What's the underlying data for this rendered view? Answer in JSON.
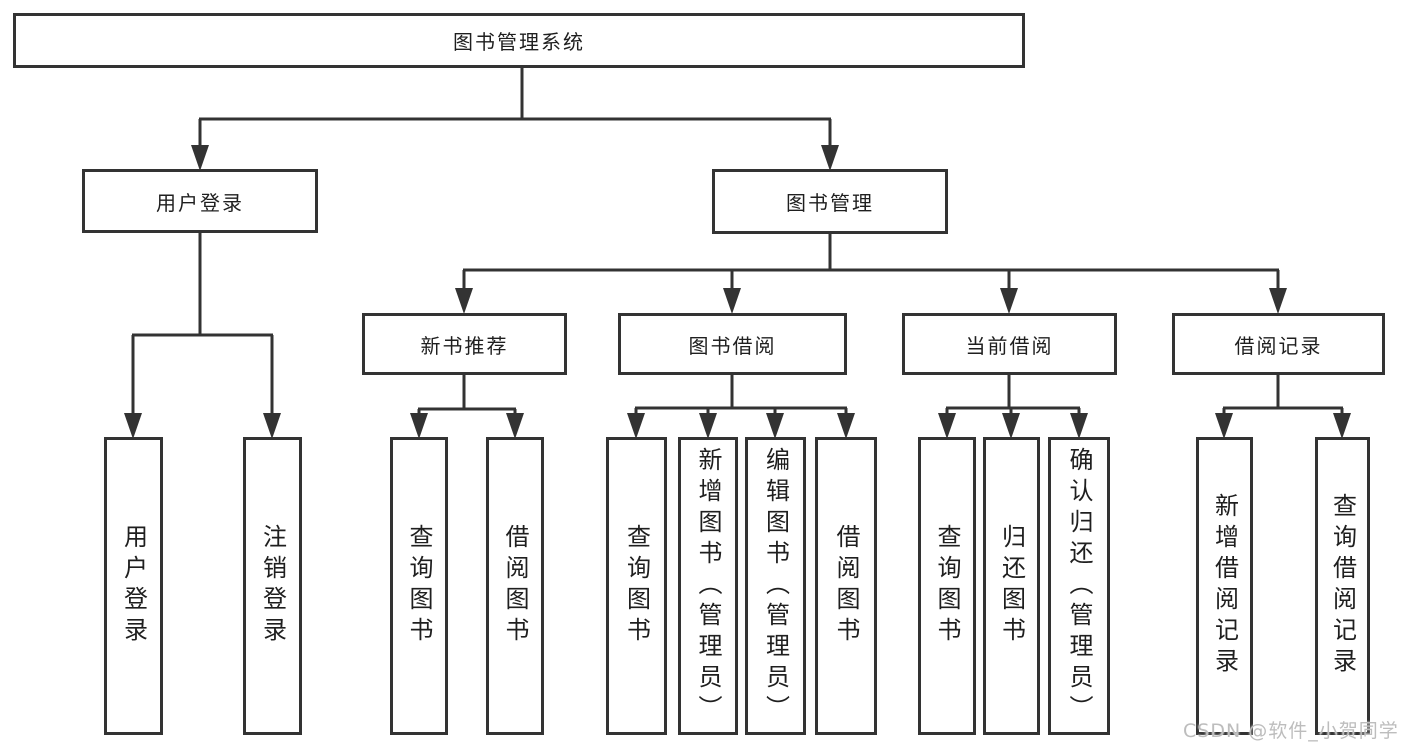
{
  "diagram_type": "hierarchy-tree",
  "tree": {
    "label": "图书管理系统",
    "children": [
      {
        "label": "用户登录",
        "children": [
          {
            "label": "用户登录"
          },
          {
            "label": "注销登录"
          }
        ]
      },
      {
        "label": "图书管理",
        "children": [
          {
            "label": "新书推荐",
            "children": [
              {
                "label": "查询图书"
              },
              {
                "label": "借阅图书"
              }
            ]
          },
          {
            "label": "图书借阅",
            "children": [
              {
                "label": "查询图书"
              },
              {
                "label": "新增图书（管理员）"
              },
              {
                "label": "编辑图书（管理员）"
              },
              {
                "label": "借阅图书"
              }
            ]
          },
          {
            "label": "当前借阅",
            "children": [
              {
                "label": "查询图书"
              },
              {
                "label": "归还图书"
              },
              {
                "label": "确认归还（管理员）"
              }
            ]
          },
          {
            "label": "借阅记录",
            "children": [
              {
                "label": "新增借阅记录"
              },
              {
                "label": "查询借阅记录"
              }
            ]
          }
        ]
      }
    ]
  },
  "watermark": {
    "text": "CSDN @软件_小贺同学"
  },
  "colors": {
    "background": "#ffffff",
    "line": "#333333",
    "box_border": "#333333",
    "text": "#1f1f1f",
    "watermark": "#bdbdbd"
  }
}
